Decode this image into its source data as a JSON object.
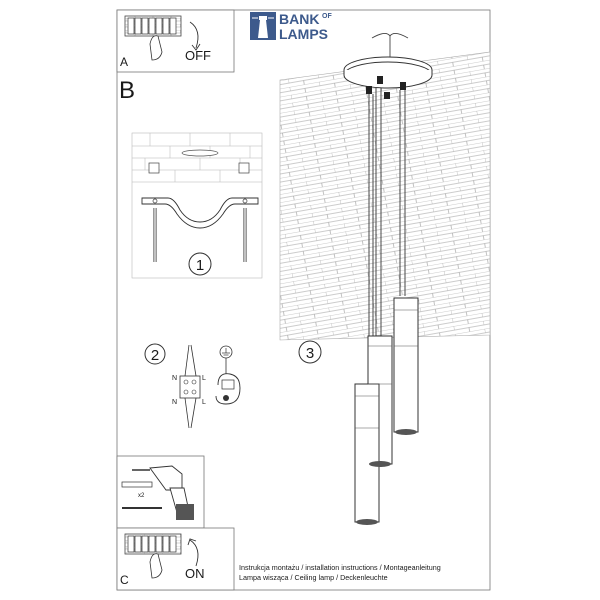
{
  "brand": {
    "line1": "BANK",
    "of": "OF",
    "line2": "LAMPS",
    "color": "#3d5a8c"
  },
  "steps": {
    "a_letter": "A",
    "a_action": "OFF",
    "b_letter": "B",
    "c_letter": "C",
    "c_action": "ON",
    "step1": "1",
    "step2": "2",
    "step3": "3",
    "multiplier": "x2"
  },
  "wiring": {
    "n_top": "N",
    "l_top": "L",
    "n_bottom": "N",
    "l_bottom": "L"
  },
  "footer": {
    "line1": "Instrukcja montażu / installation instructions / Montageanleitung",
    "line2": "Lampa wisząca / Ceiling lamp / Deckenleuchte"
  }
}
